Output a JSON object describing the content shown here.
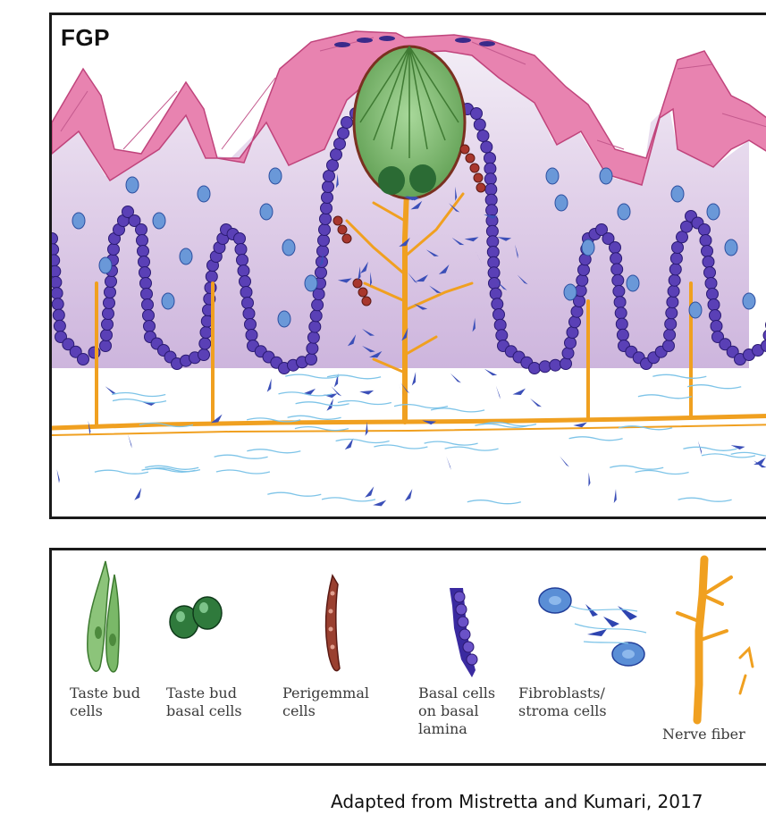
{
  "diagram": {
    "panel_label": "FGP"
  },
  "legend": {
    "items": [
      {
        "label": "Taste bud\ncells",
        "icon": "taste-bud-cells-icon"
      },
      {
        "label": "Taste bud\nbasal cells",
        "icon": "taste-bud-basal-cells-icon"
      },
      {
        "label": "Perigemmal\ncells",
        "icon": "perigemmal-cells-icon"
      },
      {
        "label": "Basal cells\non basal\nlamina",
        "icon": "basal-cells-icon"
      },
      {
        "label": "Fibroblasts/\nstroma cells",
        "icon": "fibroblasts-icon"
      },
      {
        "label": "Nerve fiber",
        "icon": "nerve-fiber-icon"
      }
    ]
  },
  "caption": "Adapted from Mistretta and Kumari, 2017",
  "colors": {
    "epithelium_pink": "#e77fae",
    "lamina_propria_lavender": "#d9c8e4",
    "basal_cell_purple": "#4b34a8",
    "taste_bud_green": "#7fbf6e",
    "nerve_orange": "#f0a020",
    "fibroblast_blue": "#3a5fc0",
    "perigemmal_red": "#a3352b"
  }
}
